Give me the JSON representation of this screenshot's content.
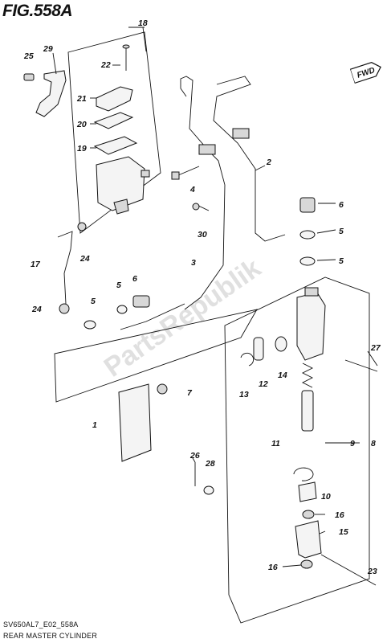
{
  "header": {
    "title": "FIG.558A"
  },
  "footer": {
    "code": "SV650AL7_E02_558A",
    "caption": "REAR MASTER CYLINDER"
  },
  "fwd_badge": {
    "label": "FWD"
  },
  "watermark": {
    "text": "PartsRepublik"
  },
  "callouts": [
    {
      "id": "c18",
      "label": "18"
    },
    {
      "id": "c29",
      "label": "29"
    },
    {
      "id": "c25",
      "label": "25"
    },
    {
      "id": "c22",
      "label": "22"
    },
    {
      "id": "c21",
      "label": "21"
    },
    {
      "id": "c20",
      "label": "20"
    },
    {
      "id": "c19",
      "label": "19"
    },
    {
      "id": "c4",
      "label": "4"
    },
    {
      "id": "c30",
      "label": "30"
    },
    {
      "id": "c2",
      "label": "2"
    },
    {
      "id": "c6a",
      "label": "6"
    },
    {
      "id": "c5a",
      "label": "5"
    },
    {
      "id": "c5b",
      "label": "5"
    },
    {
      "id": "c17",
      "label": "17"
    },
    {
      "id": "c24a",
      "label": "24"
    },
    {
      "id": "c3",
      "label": "3"
    },
    {
      "id": "c5c",
      "label": "5"
    },
    {
      "id": "c5d",
      "label": "5"
    },
    {
      "id": "c6b",
      "label": "6"
    },
    {
      "id": "c24b",
      "label": "24"
    },
    {
      "id": "c27",
      "label": "27"
    },
    {
      "id": "c13",
      "label": "13"
    },
    {
      "id": "c12",
      "label": "12"
    },
    {
      "id": "c14",
      "label": "14"
    },
    {
      "id": "c7",
      "label": "7"
    },
    {
      "id": "c1",
      "label": "1"
    },
    {
      "id": "c9",
      "label": "9"
    },
    {
      "id": "c8",
      "label": "8"
    },
    {
      "id": "c11",
      "label": "11"
    },
    {
      "id": "c26",
      "label": "26"
    },
    {
      "id": "c28",
      "label": "28"
    },
    {
      "id": "c10",
      "label": "10"
    },
    {
      "id": "c16a",
      "label": "16"
    },
    {
      "id": "c15",
      "label": "15"
    },
    {
      "id": "c23",
      "label": "23"
    },
    {
      "id": "c16b",
      "label": "16"
    }
  ]
}
